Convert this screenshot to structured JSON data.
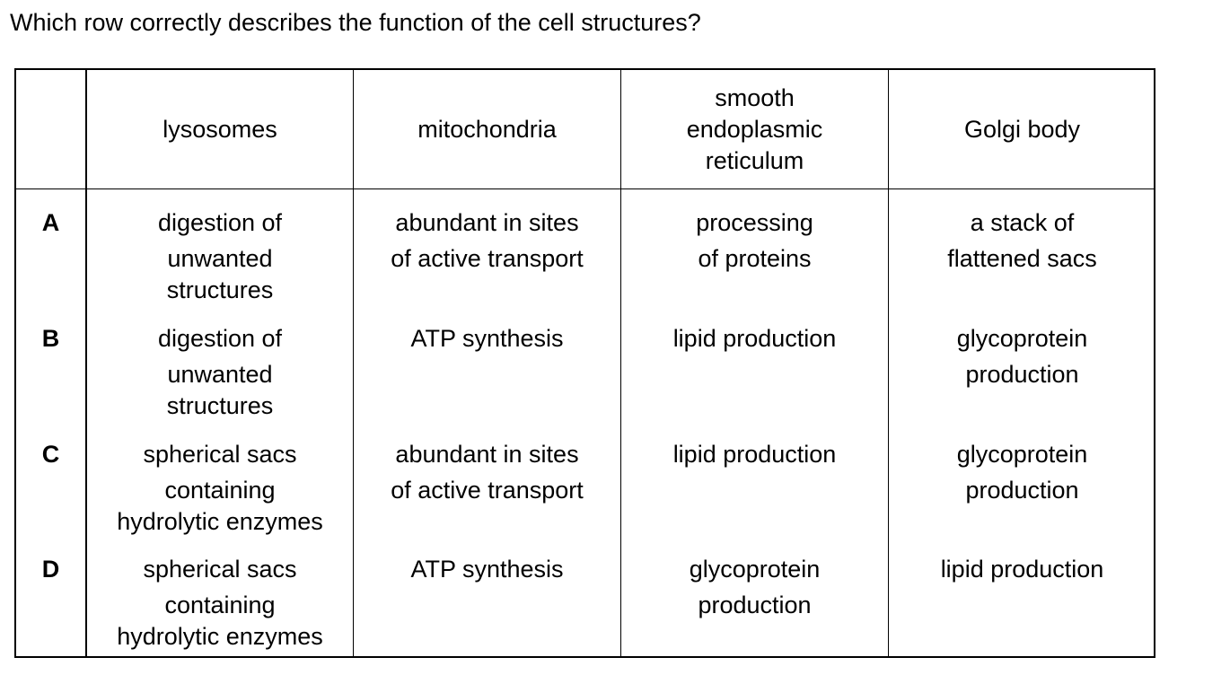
{
  "question": "Which row correctly describes the function of the cell structures?",
  "table": {
    "headers": [
      [
        "lysosomes"
      ],
      [
        "mitochondria"
      ],
      [
        "smooth",
        "endoplasmic",
        "reticulum"
      ],
      [
        "Golgi body"
      ]
    ],
    "rows": [
      {
        "letter": "A",
        "cells": [
          [
            "digestion of",
            "unwanted",
            "structures"
          ],
          [
            "abundant in sites",
            "of active transport"
          ],
          [
            "processing",
            "of proteins"
          ],
          [
            "a stack of",
            "flattened sacs"
          ]
        ]
      },
      {
        "letter": "B",
        "cells": [
          [
            "digestion of",
            "unwanted",
            "structures"
          ],
          [
            "ATP synthesis"
          ],
          [
            "lipid production"
          ],
          [
            "glycoprotein",
            "production"
          ]
        ]
      },
      {
        "letter": "C",
        "cells": [
          [
            "spherical sacs",
            "containing",
            "hydrolytic enzymes"
          ],
          [
            "abundant in sites",
            "of active transport"
          ],
          [
            "lipid production"
          ],
          [
            "glycoprotein",
            "production"
          ]
        ]
      },
      {
        "letter": "D",
        "cells": [
          [
            "spherical sacs",
            "containing",
            "hydrolytic enzymes"
          ],
          [
            "ATP synthesis"
          ],
          [
            "glycoprotein",
            "production"
          ],
          [
            "lipid production"
          ]
        ]
      }
    ]
  }
}
